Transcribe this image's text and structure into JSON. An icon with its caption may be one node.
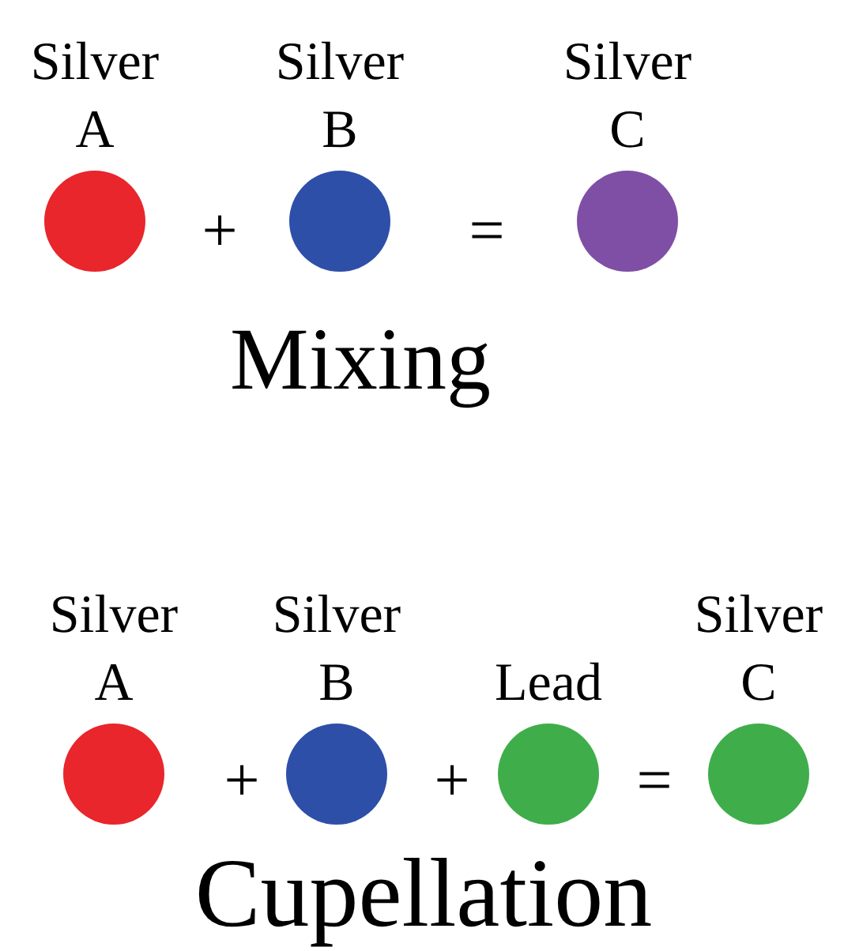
{
  "diagram": {
    "nodes": [
      {
        "text": [
          "Silver A"
        ]
      },
      {
        "text": [
          "Silver B"
        ]
      },
      {
        "text": [
          "Silver C"
        ]
      },
      {
        "text": [
          "Silver A"
        ]
      },
      {
        "text": [
          "Silver B"
        ]
      },
      {
        "text": [
          "Lead"
        ]
      },
      {
        "text": [
          "Silver C"
        ]
      }
    ],
    "labels": [
      "+",
      "=",
      "Mixing",
      "+",
      "+",
      "=",
      "Cupellation"
    ]
  }
}
